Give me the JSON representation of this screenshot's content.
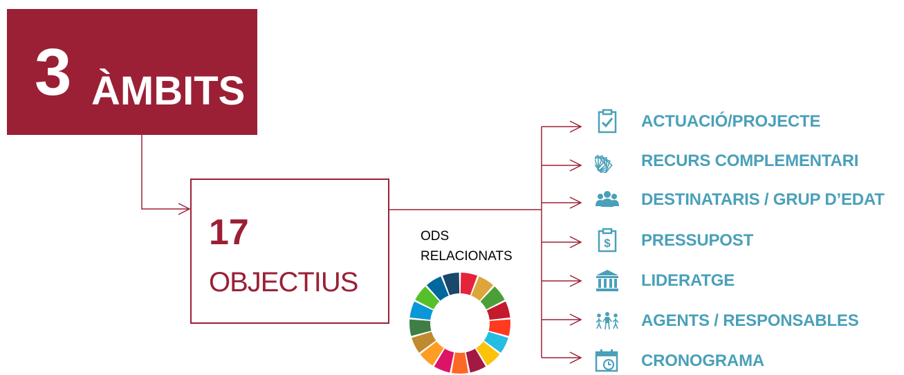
{
  "ambits": {
    "number": "3",
    "label": "ÀMBITS"
  },
  "objectius": {
    "number": "17",
    "label": "OBJECTIUS"
  },
  "ods": {
    "line1": "ODS",
    "line2": "RELACIONATS"
  },
  "colors": {
    "primary": "#9b2035",
    "accent": "#4aa0b9",
    "sdg": [
      "#e5243b",
      "#dda63a",
      "#4c9f38",
      "#c5192d",
      "#ff3a21",
      "#26bde2",
      "#fcc30b",
      "#a21942",
      "#fd6925",
      "#dd1367",
      "#fd9d24",
      "#bf8b2e",
      "#3f7e44",
      "#0a97d9",
      "#56c02b",
      "#00689d",
      "#19486a"
    ]
  },
  "items": [
    {
      "label": "ACTUACIÓ/PROJECTE",
      "icon": "clipboard-check-icon"
    },
    {
      "label": "RECURS COMPLEMENTARI",
      "icon": "cards-fan-icon"
    },
    {
      "label": "DESTINATARIS / GRUP D’EDAT",
      "icon": "people-group-icon"
    },
    {
      "label": "PRESSUPOST",
      "icon": "budget-clipboard-icon"
    },
    {
      "label": "LIDERATGE",
      "icon": "institution-icon"
    },
    {
      "label": "AGENTS / RESPONSABLES",
      "icon": "agents-people-icon"
    },
    {
      "label": "CRONOGRAMA",
      "icon": "calendar-clock-icon"
    }
  ]
}
